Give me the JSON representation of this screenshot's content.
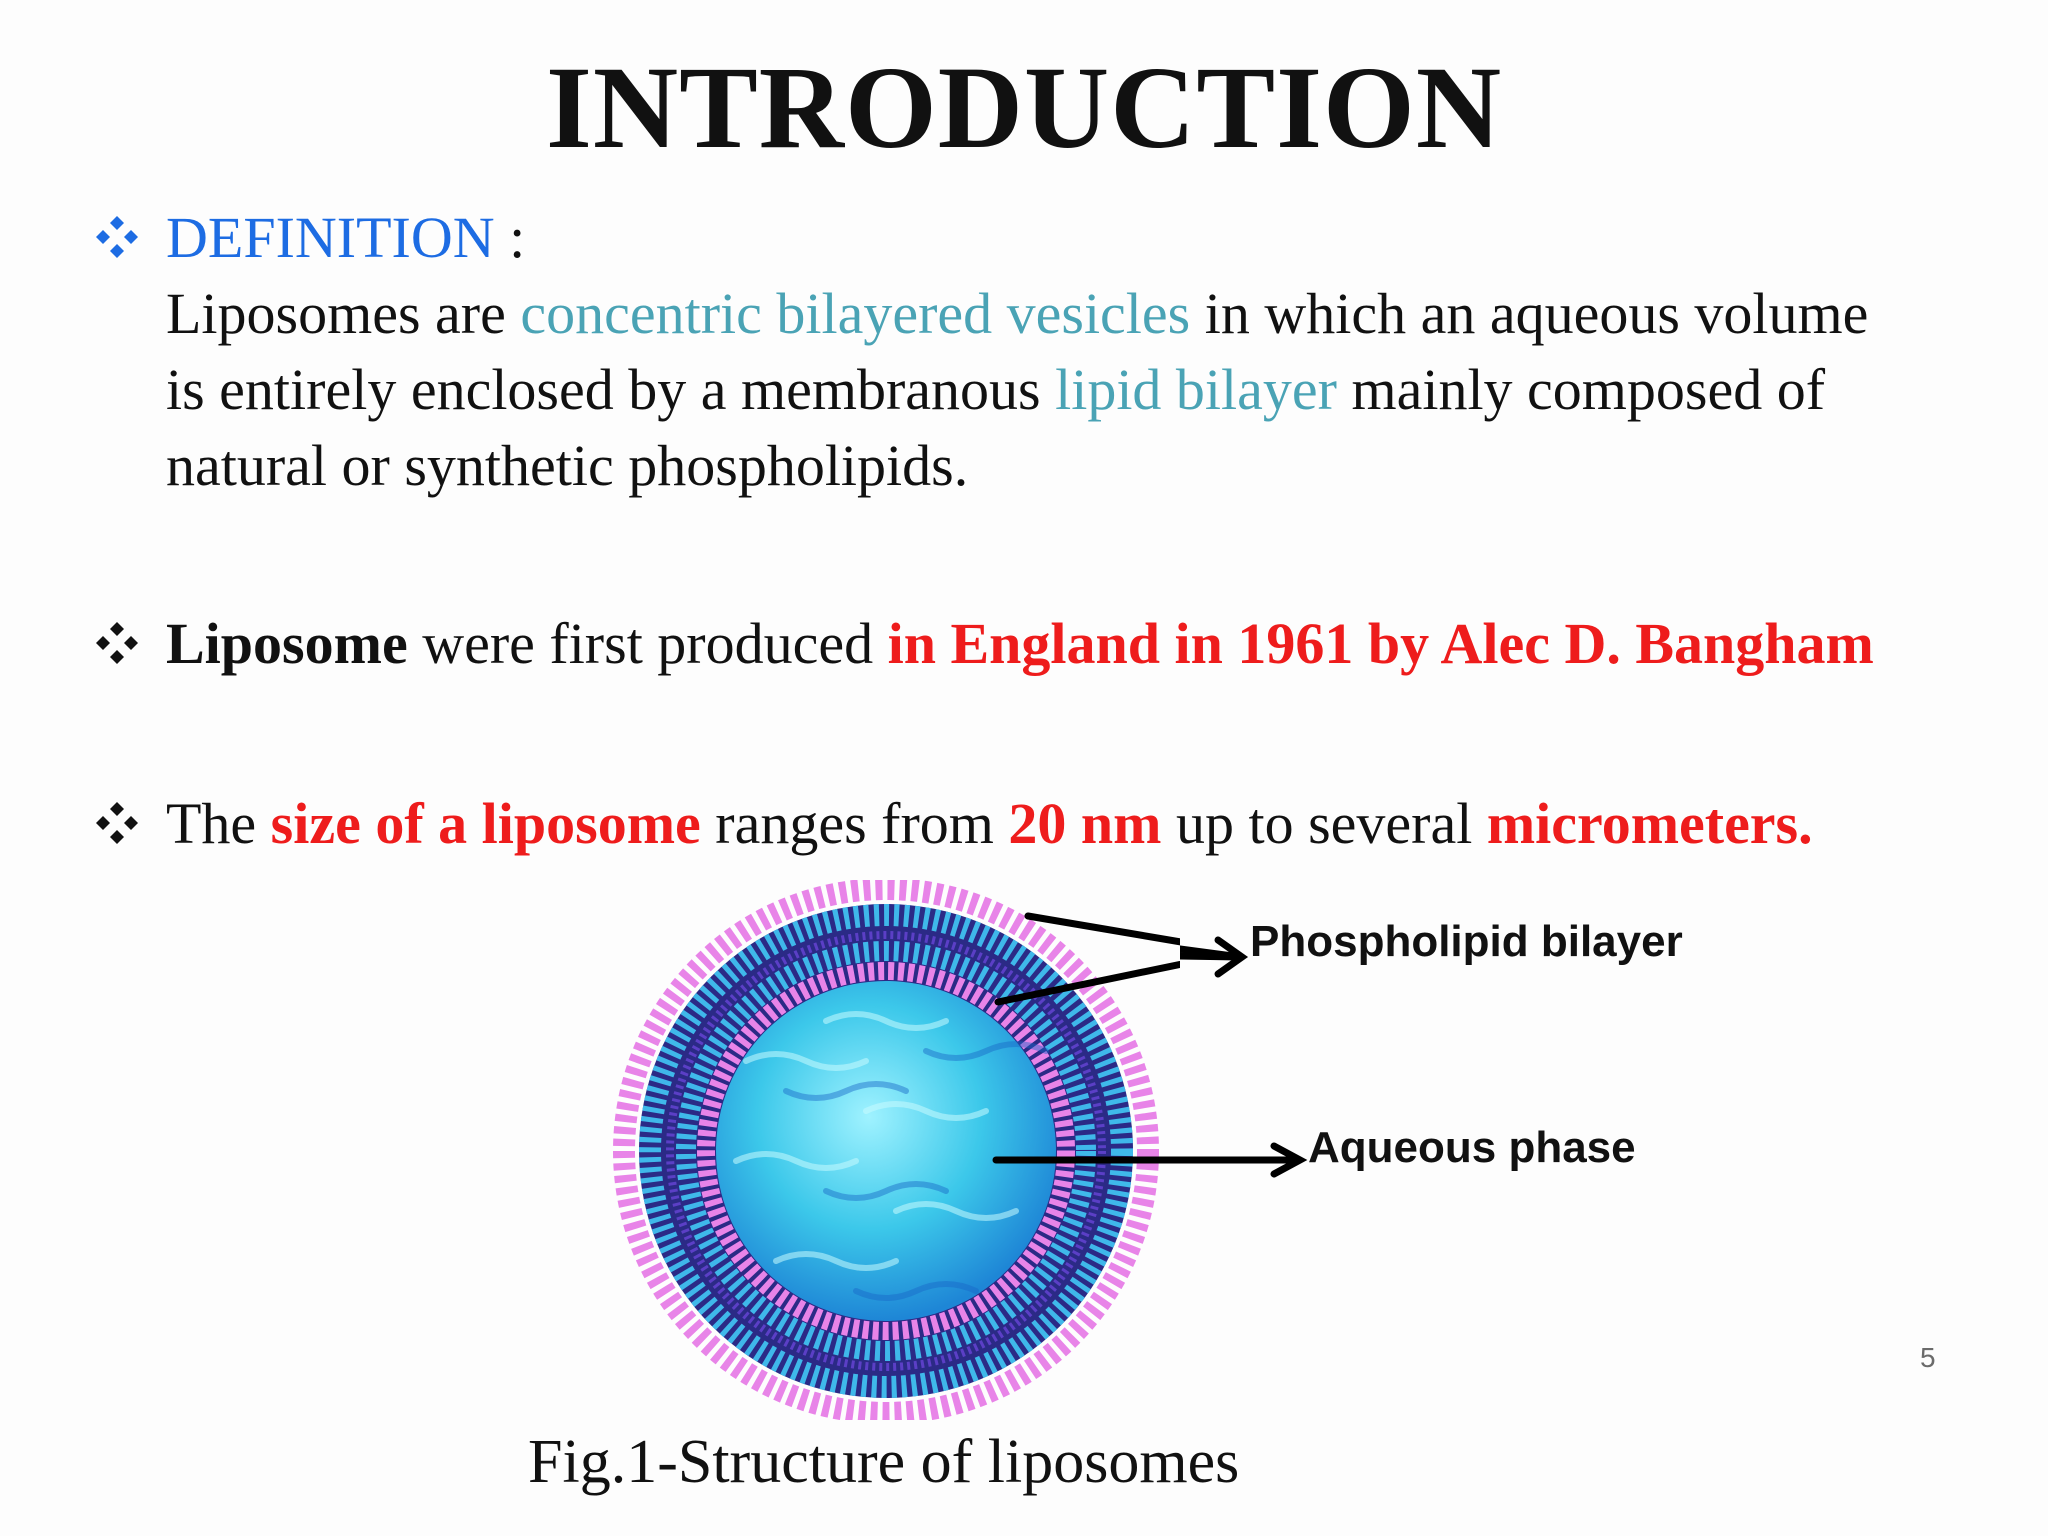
{
  "slide": {
    "title": "INTRODUCTION",
    "page_number": "5"
  },
  "definition": {
    "heading": "DEFINITION",
    "colon": " :",
    "line1": {
      "a": "Liposomes are ",
      "highlight": "concentric bilayered vesicles",
      "b": " in which an aqueous volume"
    },
    "line2": {
      "a": "is entirely enclosed by a membranous ",
      "highlight": "lipid bilayer",
      "b": " mainly  composed of"
    },
    "line3": "natural or synthetic phospholipids."
  },
  "bullet2": {
    "bold": "Liposome",
    "text": " were first produced ",
    "red": "in England in 1961 by Alec  D. Bangham"
  },
  "bullet3": {
    "a": "The ",
    "red1": "size of a liposome",
    "b": " ranges from ",
    "red2": "20 nm",
    "c": " up to several ",
    "red3": "micrometers."
  },
  "figure": {
    "label_bilayer": "Phospholipid bilayer",
    "label_aqueous": "Aqueous phase",
    "caption": "Fig.1-Structure of liposomes"
  },
  "colors": {
    "heading_blue": "#1d6ce3",
    "highlight_teal": "#4aa3b5",
    "emphasis_red": "#ee1c1c",
    "bullet_icon": "#1d6ce3"
  }
}
